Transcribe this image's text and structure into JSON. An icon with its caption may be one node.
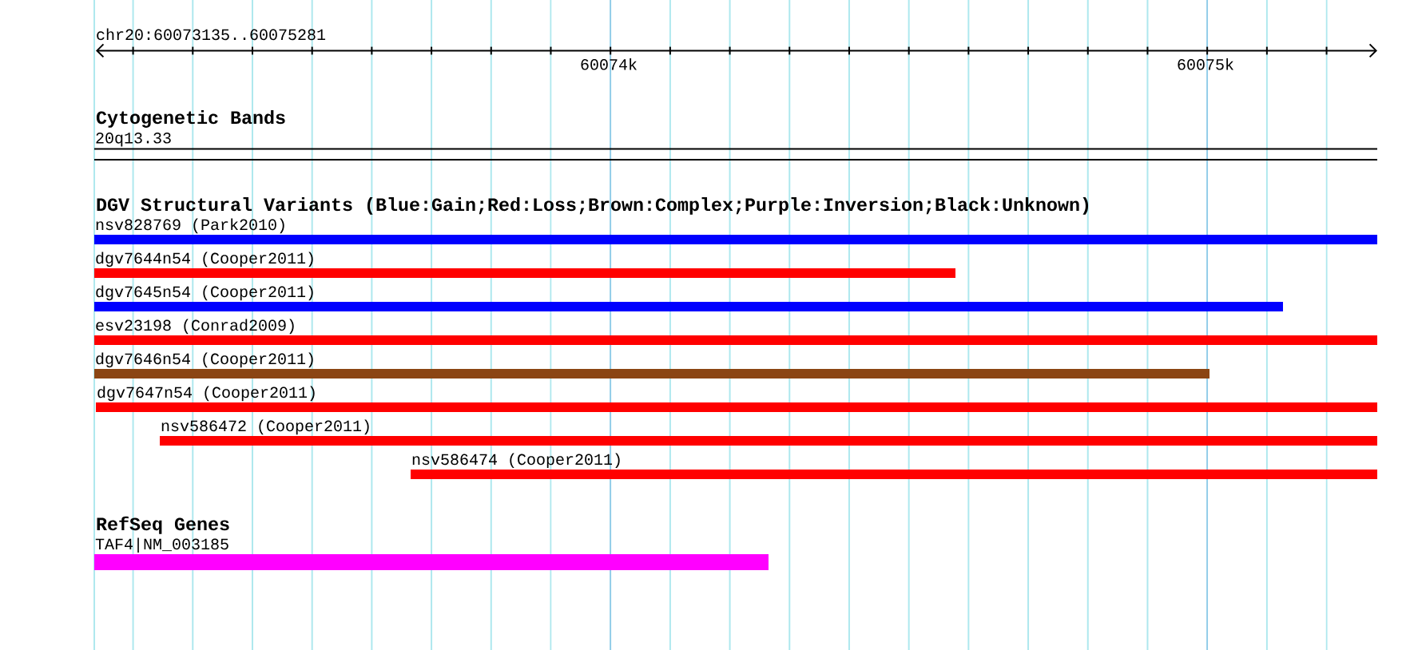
{
  "diagram": {
    "nodes": [
      {
        "text": [
          "20q13.33"
        ]
      },
      {
        "text": [
          "nsv828769 (Park2010)"
        ]
      },
      {
        "text": [
          "dgv7644n54 (Cooper2011)"
        ]
      },
      {
        "text": [
          "dgv7645n54 (Cooper2011)"
        ]
      },
      {
        "text": [
          "esv23198 (Conrad2009)"
        ]
      },
      {
        "text": [
          "dgv7646n54 (Cooper2011)"
        ]
      },
      {
        "text": [
          "dgv7647n54 (Cooper2011)"
        ]
      },
      {
        "text": [
          "nsv586472 (Cooper2011)"
        ]
      },
      {
        "text": [
          "nsv586474 (Cooper2011)"
        ]
      },
      {
        "text": [
          "TAF4|NM_003185"
        ]
      }
    ],
    "labels": [
      "chr20:60073135..60075281",
      "60074k",
      "60075k",
      "Cytogenetic Bands",
      "DGV Structural Variants (Blue:Gain;Red:Loss;Brown:Complex;Purple:Inversion;Black:Unknown)",
      "RefSeq Genes"
    ]
  }
}
